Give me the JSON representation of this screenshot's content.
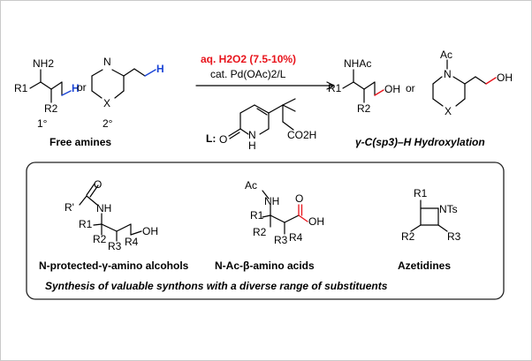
{
  "reaction": {
    "condition_oxidant": "aq. H2O2 (7.5-10%)",
    "condition_catalyst": "cat. Pd(OAc)2/L",
    "ligand_label": "L:",
    "substrates_label": "Free amines",
    "primary_label": "1°",
    "secondary_label": "2°",
    "or_label": "or",
    "product_title": "γ-C(sp3)–H Hydroxylation"
  },
  "atoms": {
    "nh2": "NH2",
    "r1": "R1",
    "r2": "R2",
    "r3": "R3",
    "r4": "R4",
    "rprime": "R'",
    "h": "H",
    "n": "N",
    "x": "X",
    "nhac": "NHAc",
    "oh": "OH",
    "ac": "Ac",
    "o": "O",
    "nh": "NH",
    "co2h": "CO2H",
    "ac_nh": "Ac",
    "nts": "NTs"
  },
  "applications": {
    "items": [
      {
        "label": "N-protected-γ-amino alcohols"
      },
      {
        "label": "N-Ac-β-amino acids"
      },
      {
        "label": "Azetidines"
      }
    ],
    "summary": "Synthesis of valuable synthons with a diverse range of substituents"
  },
  "colors": {
    "highlight_red": "#e8141c",
    "highlight_blue": "#1a44d6",
    "box_border": "#222222",
    "frame_border": "#c9c9c9"
  }
}
